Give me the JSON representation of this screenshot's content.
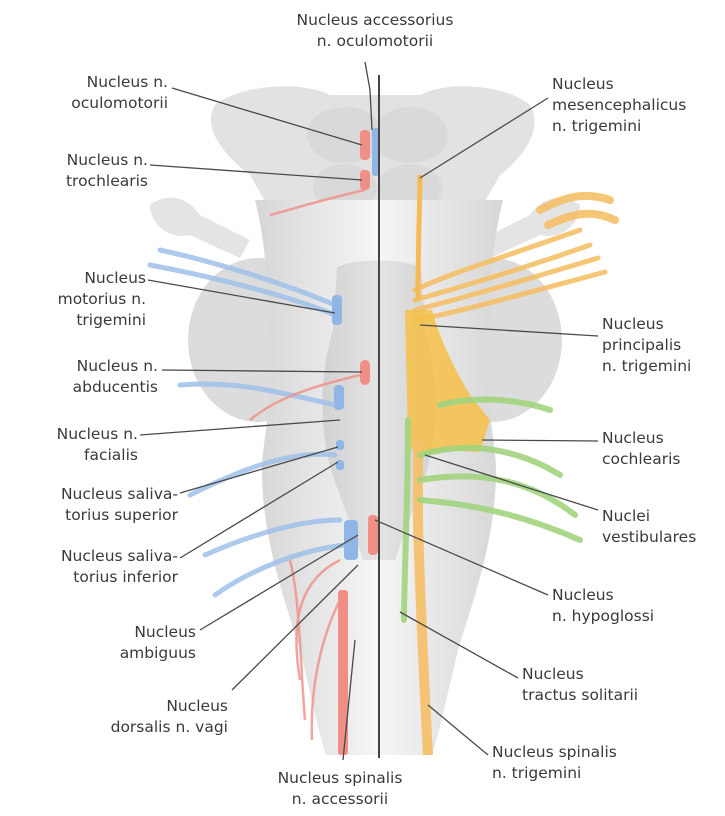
{
  "figure": {
    "labels": {
      "nucleus_accessorius_oculomotorii": [
        "Nucleus accessorius",
        "n. oculomotorii"
      ],
      "nucleus_oculomotorii": [
        "Nucleus n.",
        "oculomotorii"
      ],
      "nucleus_trochlearis": [
        "Nucleus n.",
        "trochlearis"
      ],
      "nucleus_motorius_trigemini": [
        "Nucleus",
        "motorius n.",
        "trigemini"
      ],
      "nucleus_abducentis": [
        "Nucleus n.",
        "abducentis"
      ],
      "nucleus_facialis": [
        "Nucleus n.",
        "facialis"
      ],
      "nucleus_salivatorius_superior": [
        "Nucleus saliva-",
        "torius superior"
      ],
      "nucleus_salivatorius_inferior": [
        "Nucleus saliva-",
        "torius inferior"
      ],
      "nucleus_ambiguus": [
        "Nucleus",
        "ambiguus"
      ],
      "nucleus_dorsalis_vagi": [
        "Nucleus",
        "dorsalis n. vagi"
      ],
      "nucleus_spinalis_accessorii": [
        "Nucleus spinalis",
        "n. accessorii"
      ],
      "nucleus_mesencephalicus_trigemini": [
        "Nucleus",
        "mesencephalicus",
        "n. trigemini"
      ],
      "nucleus_principalis_trigemini": [
        "Nucleus",
        "principalis",
        "n. trigemini"
      ],
      "nucleus_cochlearis": [
        "Nucleus",
        "cochlearis"
      ],
      "nuclei_vestibulares": [
        "Nuclei",
        "vestibulares"
      ],
      "nucleus_hypoglossi": [
        "Nucleus",
        "n. hypoglossi"
      ],
      "nucleus_tractus_solitarii": [
        "Nucleus",
        "tractus solitarii"
      ],
      "nucleus_spinalis_trigemini": [
        "Nucleus spinalis",
        "n. trigemini"
      ]
    },
    "colors": {
      "motor_nuclei": "#ef8f86",
      "parasympathetic_nuclei": "#8fb6e4",
      "somatosensory_nuclei": "#f5b955",
      "special_sensory_nuclei": "#f0c040",
      "visceral_sensory_nuclei": "#9fd07a",
      "brainstem_tissue": "#e6e6e6",
      "leader_lines": "#4a4a4a"
    }
  }
}
